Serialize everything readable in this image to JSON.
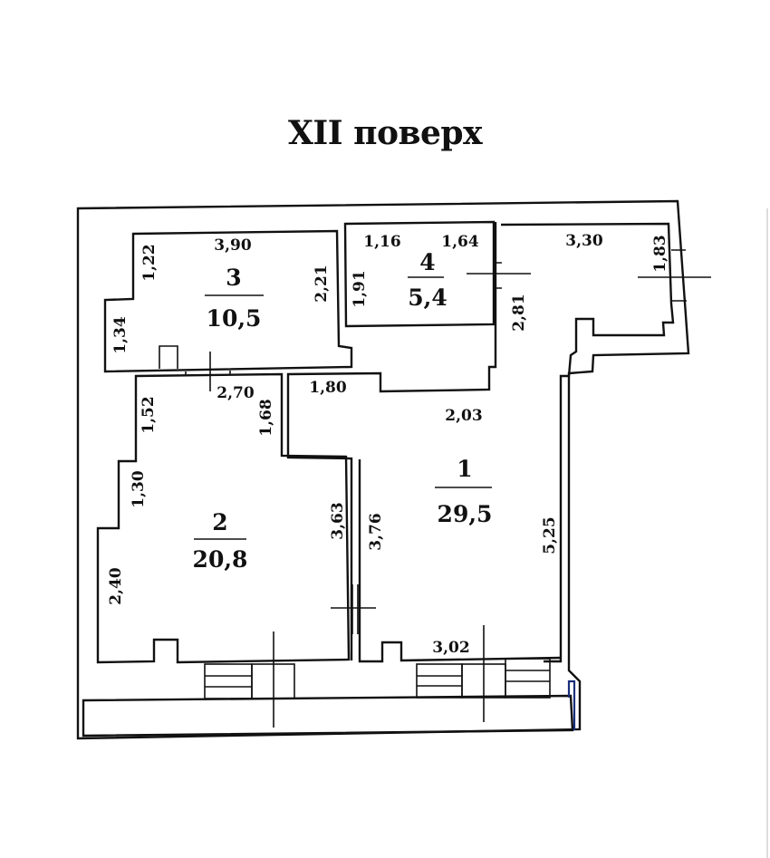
{
  "plan": {
    "title": "XII поверх",
    "rooms": [
      {
        "number": "1",
        "area": "29,5"
      },
      {
        "number": "2",
        "area": "20,8"
      },
      {
        "number": "3",
        "area": "10,5"
      },
      {
        "number": "4",
        "area": "5,4"
      }
    ],
    "dimensions": {
      "room3_top": "3,90",
      "room3_left_upper": "1,22",
      "room3_left_lower": "1,34",
      "room3_right": "2,21",
      "room4_top_left": "1,16",
      "room4_top_right": "1,64",
      "room4_left": "1,91",
      "hall_left": "2,81",
      "hall_top": "3,30",
      "hall_right": "1,83",
      "room2_top": "2,70",
      "room2_left_upper": "1,52",
      "room2_left_mid": "1,30",
      "room2_left_lower": "2,40",
      "room2_right_upper": "1,68",
      "room2_right_lower": "3,63",
      "room1_top_left": "1,80",
      "room1_top_mid": "2,03",
      "room1_left": "3,76",
      "room1_right": "5,25",
      "room1_bottom": "3,02"
    }
  }
}
